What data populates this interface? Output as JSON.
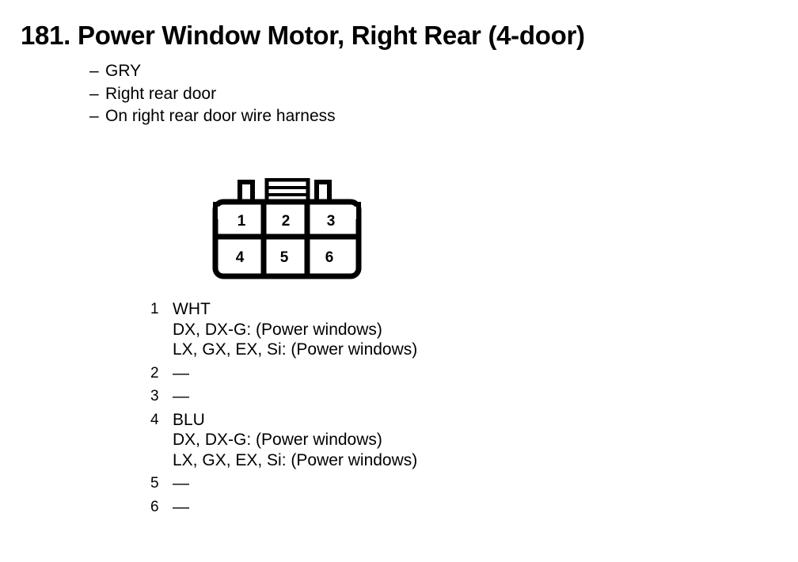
{
  "document": {
    "entry_number": "181.",
    "title": "Power Window Motor, Right Rear (4-door)",
    "attributes": [
      "GRY",
      "Right rear door",
      "On right rear door wire harness"
    ],
    "bullet_marker": "–"
  },
  "connector": {
    "name": "6-pin-connector",
    "rows": 2,
    "columns": 3,
    "cells": [
      {
        "id": "1",
        "label": "1"
      },
      {
        "id": "2",
        "label": "2"
      },
      {
        "id": "3",
        "label": "3"
      },
      {
        "id": "4",
        "label": "4"
      },
      {
        "id": "5",
        "label": "5"
      },
      {
        "id": "6",
        "label": "6"
      }
    ]
  },
  "pin_list": [
    {
      "pin": "1",
      "value": "WHT",
      "notes": [
        "DX, DX-G: (Power windows)",
        "LX, GX, EX, Si: (Power windows)"
      ]
    },
    {
      "pin": "2",
      "value": "—",
      "notes": []
    },
    {
      "pin": "3",
      "value": "—",
      "notes": []
    },
    {
      "pin": "4",
      "value": "BLU",
      "notes": [
        "DX, DX-G: (Power windows)",
        "LX, GX, EX, Si: (Power windows)"
      ]
    },
    {
      "pin": "5",
      "value": "—",
      "notes": []
    },
    {
      "pin": "6",
      "value": "—",
      "notes": []
    }
  ],
  "colors": {
    "ink": "#000000",
    "paper": "#ffffff"
  }
}
